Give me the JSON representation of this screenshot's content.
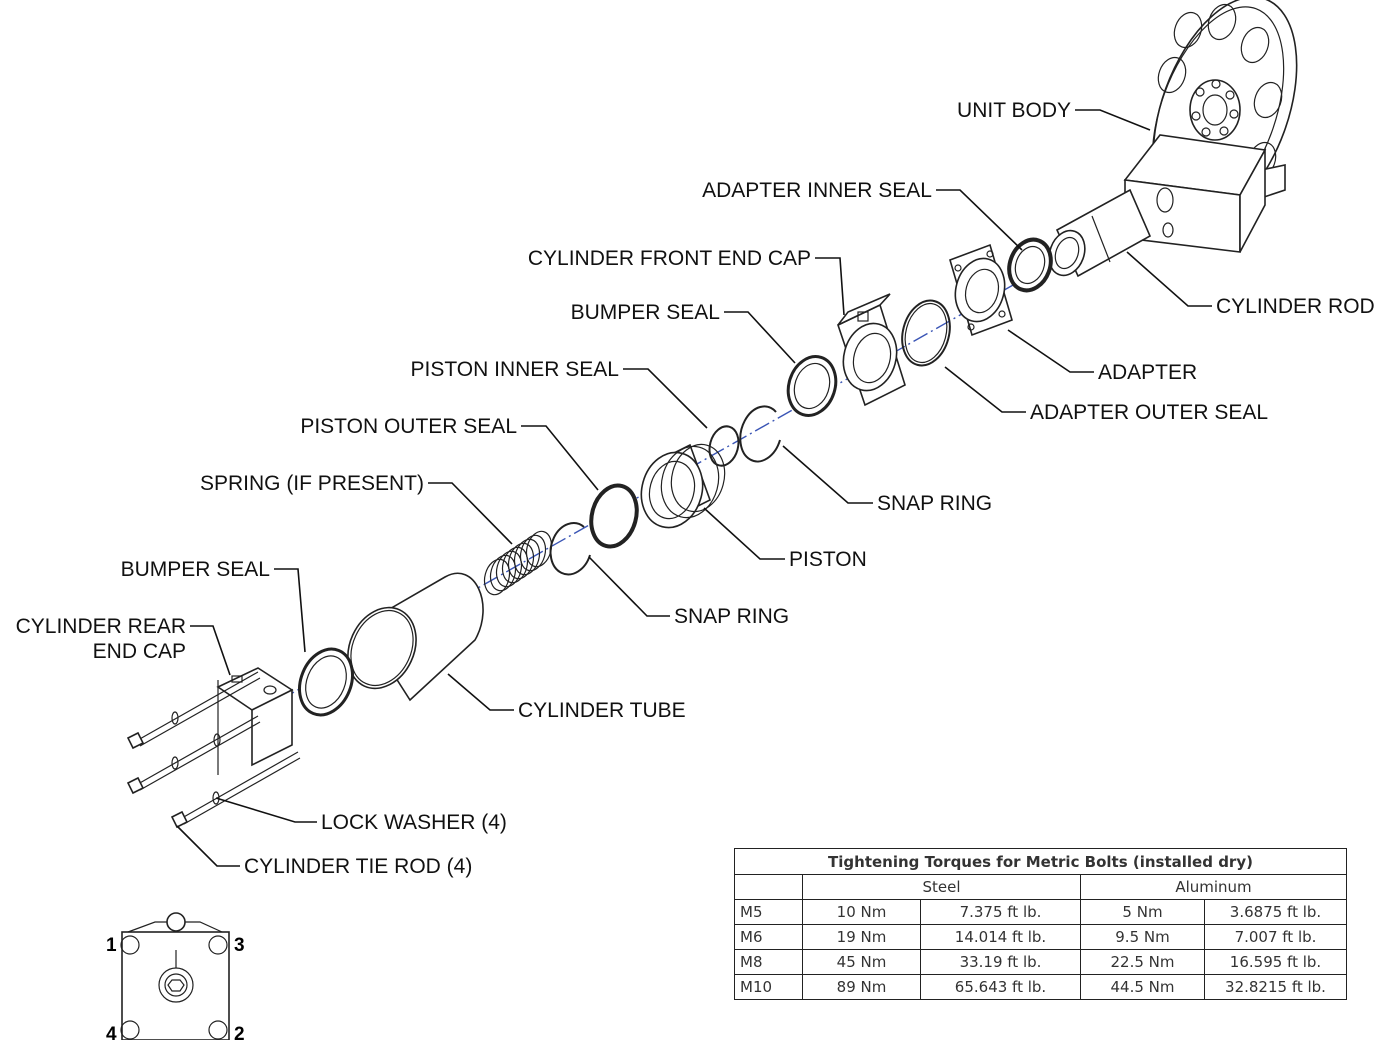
{
  "labels": {
    "unit_body": "UNIT BODY",
    "adapter_inner_seal": "ADAPTER INNER SEAL",
    "cylinder_front_end_cap": "CYLINDER FRONT END CAP",
    "bumper_seal_front": "BUMPER SEAL",
    "piston_inner_seal": "PISTON INNER SEAL",
    "piston_outer_seal": "PISTON OUTER SEAL",
    "spring": "SPRING (IF PRESENT)",
    "bumper_seal_rear": "BUMPER SEAL",
    "cylinder_rear_end_cap_line1": "CYLINDER REAR",
    "cylinder_rear_end_cap_line2": "END CAP",
    "cylinder_rod": "CYLINDER ROD",
    "adapter": "ADAPTER",
    "adapter_outer_seal": "ADAPTER OUTER SEAL",
    "snap_ring_front": "SNAP RING",
    "piston": "PISTON",
    "snap_ring_rear": "SNAP RING",
    "cylinder_tube": "CYLINDER TUBE",
    "lock_washer": "LOCK WASHER (4)",
    "cylinder_tie_rod": "CYLINDER TIE ROD (4)"
  },
  "bolt_positions": [
    "1",
    "2",
    "3",
    "4"
  ],
  "torque_table": {
    "title": "Tightening Torques for Metric Bolts (installed dry)",
    "groups": [
      "Steel",
      "Aluminum"
    ],
    "rows": [
      {
        "size": "M5",
        "steel_nm": "10 Nm",
        "steel_ftlb": "7.375 ft lb.",
        "alu_nm": "5 Nm",
        "alu_ftlb": "3.6875 ft lb."
      },
      {
        "size": "M6",
        "steel_nm": "19 Nm",
        "steel_ftlb": "14.014 ft lb.",
        "alu_nm": "9.5 Nm",
        "alu_ftlb": "7.007 ft lb."
      },
      {
        "size": "M8",
        "steel_nm": "45 Nm",
        "steel_ftlb": "33.19 ft lb.",
        "alu_nm": "22.5 Nm",
        "alu_ftlb": "16.595 ft lb."
      },
      {
        "size": "M10",
        "steel_nm": "89 Nm",
        "steel_ftlb": "65.643 ft lb.",
        "alu_nm": "44.5 Nm",
        "alu_ftlb": "32.8215 ft lb."
      }
    ]
  },
  "colors": {
    "axis_line": "#3a55b5",
    "line_art": "#222222"
  }
}
